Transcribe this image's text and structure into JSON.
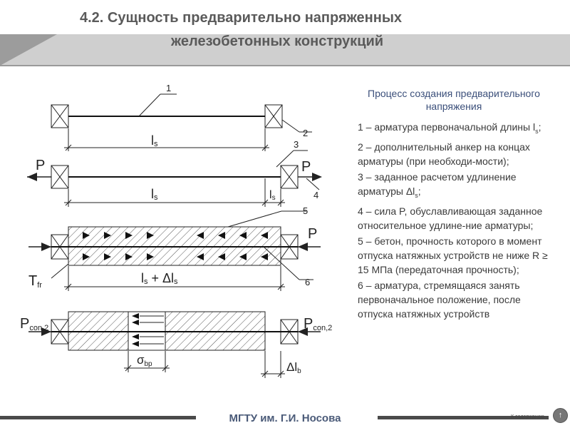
{
  "header": {
    "title_line1": "4.2. Сущность предварительно напряженных",
    "title_line2": "железобетонных конструкций"
  },
  "panel": {
    "title": "Процесс создания предварительного напряжения",
    "items": [
      "1 – арматура первоначальной длины l",
      "2 – дополнительный анкер на концах арматуры (при необходи-мости);",
      "3 – заданное расчетом удлинение арматуры Δl",
      "4 – сила P, обуславливающая заданное относительное удлине-ние арматуры;",
      "5 – бетон, прочность которого в момент отпуска натяжных устройств не ниже R ≥ 15 МПа (передаточная прочность);",
      "6 – арматура, стремящаяся занять первоначальное положение, после отпуска натяжных устройств"
    ],
    "sub_s": "s",
    "item1_end": ";",
    "item3_end": ";"
  },
  "diagram": {
    "callouts": [
      "1",
      "2",
      "3",
      "4",
      "5",
      "6"
    ],
    "len_ls": "l",
    "sub_s": "s",
    "len_ls_dls": "l",
    "len_ls_dls_mid": " + Δl",
    "P": "P",
    "T": "T",
    "T_sub": "fr",
    "Pcon": "P",
    "Pcon_sub": "con,2",
    "sigma": "σ",
    "sigma_sub": "bp",
    "dl": "Δl",
    "dl_sub": "b"
  },
  "footer": {
    "text": "МГТУ им. Г.И. Носова",
    "nav_label": "К содержанию",
    "nav_icon": "↑"
  }
}
